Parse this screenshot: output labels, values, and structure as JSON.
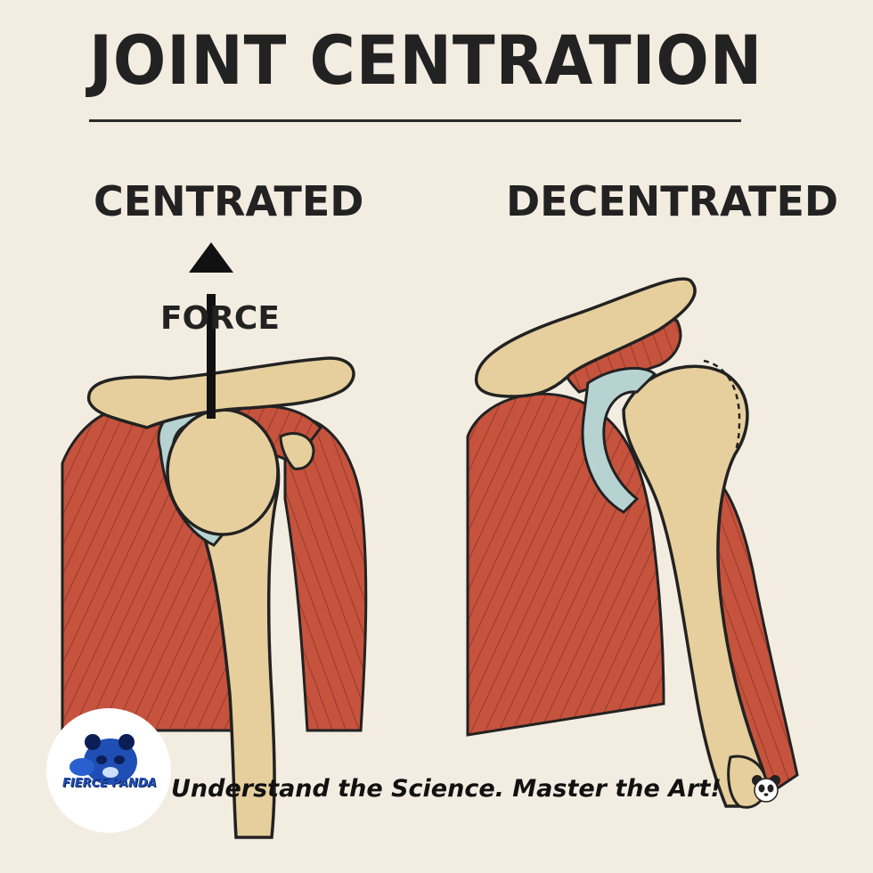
{
  "title": "JOINT CENTRATION",
  "left_panel": {
    "label": "CENTRATED",
    "force_label": "FORCE"
  },
  "right_panel": {
    "label": "DECENTRATED"
  },
  "footer": {
    "logo_text": "FIERCE PANDA",
    "tagline": "Understand the Science.  Master the Art!",
    "panda_icon": "panda-face-icon"
  },
  "colors": {
    "background": "#f3ece0",
    "bone": "#e6cf9d",
    "muscle": "#c5533d",
    "cartilage": "#b6d3d2",
    "ink": "#222222"
  }
}
